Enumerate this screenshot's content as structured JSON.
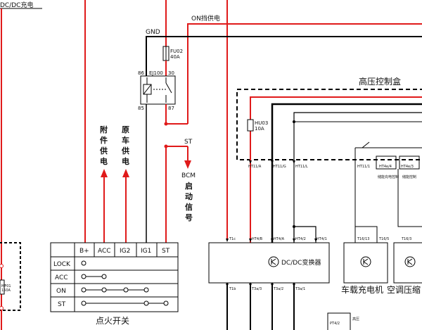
{
  "colors": {
    "red": "#e01a1a",
    "black": "#000000",
    "gray": "#888888"
  },
  "wires": {
    "dcdc_charge": "DC/DC充电",
    "on_supply": "ON挡供电",
    "gnd": "GND"
  },
  "fuse_fu02": {
    "name": "FU02",
    "rating": "40A"
  },
  "relay": {
    "name": "EJ100",
    "pin_86": "86",
    "pin_30": "30",
    "pin_85": "85",
    "pin_87": "87"
  },
  "vertical_labels": {
    "accessory_supply": [
      "附",
      "件",
      "供",
      "电"
    ],
    "original_vehicle_supply": [
      "原",
      "车",
      "供",
      "电"
    ],
    "bcm_start_signal": [
      "BCM",
      "启",
      "动",
      "信",
      "号"
    ]
  },
  "st_label": "ST",
  "ignition_switch": {
    "caption": "点火开关",
    "columns": [
      "B+",
      "ACC",
      "IG2",
      "IG1",
      "ST"
    ],
    "rows": [
      "LOCK",
      "ACC",
      "ON",
      "ST"
    ]
  },
  "hv_box": {
    "title": "高压控制盒",
    "fuse_hu03": {
      "name": "HU03",
      "rating": "10A"
    },
    "pins": [
      "HT11/A",
      "HT11/G",
      "HT11/L",
      "HT11/1",
      "HT4e/4",
      "HT4e/3"
    ],
    "small_labels": [
      "储能充电控制",
      "储能控制"
    ]
  },
  "left_fuse": {
    "name": "MF01",
    "rating": "150A"
  },
  "dcdc": {
    "name": "DC/DC变换器",
    "top_pins": [
      "T1c",
      "HT4/B",
      "HT4/A",
      "HT4/2",
      "HT4/1"
    ],
    "bottom_pins": [
      "T1b",
      "T3a/3",
      "T3a/2",
      "T3a/1"
    ]
  },
  "obc": {
    "name": "车载充电机",
    "pins": [
      "T16/13",
      "T16/5"
    ]
  },
  "ac": {
    "name": "空调压缩",
    "pins": [
      "T16/3"
    ]
  },
  "bottom_part": {
    "pin": "PT4/2",
    "text": "高压"
  }
}
